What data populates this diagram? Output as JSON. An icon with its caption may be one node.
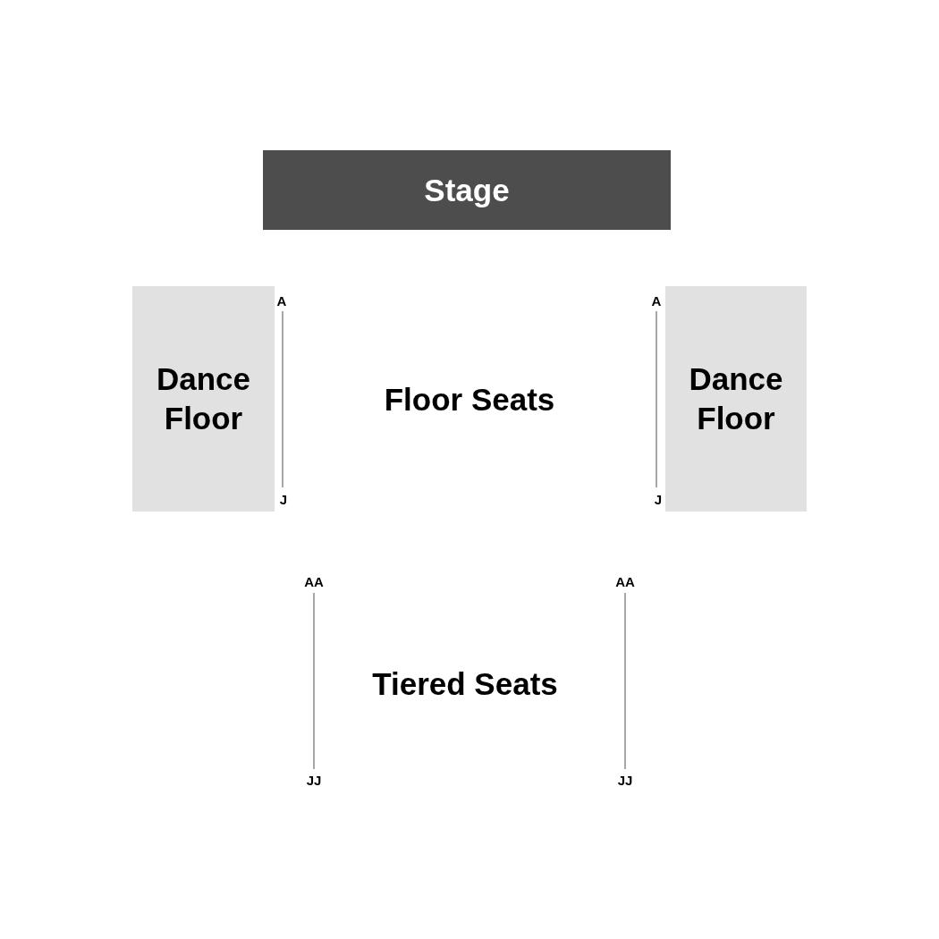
{
  "diagram": {
    "nodes": [
      {
        "text": [
          "Stage"
        ]
      },
      {
        "text": [
          "Dance Floor"
        ]
      },
      {
        "text": [
          "Floor Seats"
        ]
      },
      {
        "text": [
          "Dance Floor"
        ]
      },
      {
        "text": [
          "Tiered Seats"
        ]
      }
    ],
    "labels": [
      "A",
      "A",
      "J",
      "J",
      "AA",
      "AA",
      "JJ",
      "JJ"
    ]
  }
}
